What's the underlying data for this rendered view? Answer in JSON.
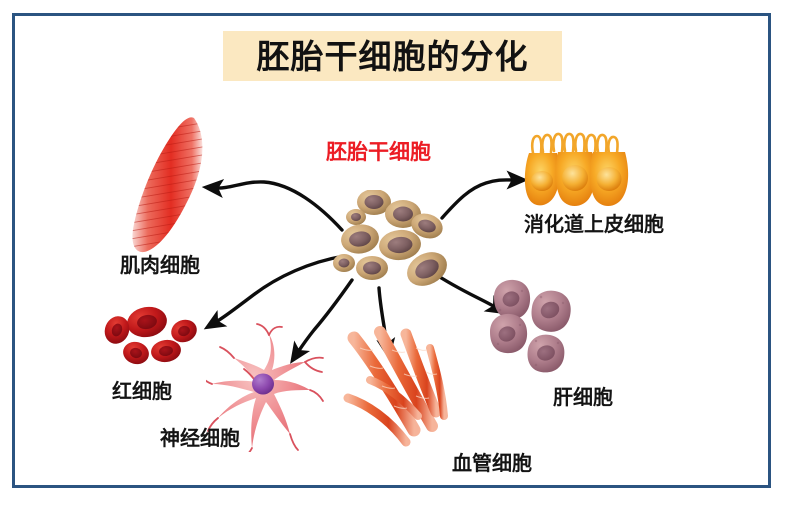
{
  "poster": {
    "title": "胚胎干细胞的分化",
    "border_color": "#2b5481",
    "banner_color": "#fbe8c1",
    "background_color": "#ffffff"
  },
  "center": {
    "label": "胚胎干细胞",
    "label_color": "#ec1c24",
    "icon": "stem-cell-cluster-icon"
  },
  "branches": [
    {
      "key": "muscle",
      "label": "肌肉细胞",
      "icon": "muscle-fiber-icon",
      "color": "#e0362c",
      "direction": "up-left"
    },
    {
      "key": "epithelium",
      "label": "消化道上皮细胞",
      "icon": "epithelial-cells-icon",
      "color": "#f5a11b",
      "direction": "up-right"
    },
    {
      "key": "erythrocyte",
      "label": "红细胞",
      "icon": "red-blood-cells-icon",
      "color": "#b4141b",
      "direction": "left"
    },
    {
      "key": "neuron",
      "label": "神经细胞",
      "icon": "neuron-icon",
      "color": "#ef8f96",
      "direction": "down-left"
    },
    {
      "key": "vessel",
      "label": "血管细胞",
      "icon": "blood-vessel-icon",
      "color": "#e8552a",
      "direction": "down"
    },
    {
      "key": "hepatocyte",
      "label": "肝细胞",
      "icon": "liver-cells-icon",
      "color": "#9c6878",
      "direction": "down-right"
    }
  ],
  "arrows": {
    "count": 6,
    "color": "#0d0d0d",
    "style": "curved-solid-arrowhead"
  }
}
